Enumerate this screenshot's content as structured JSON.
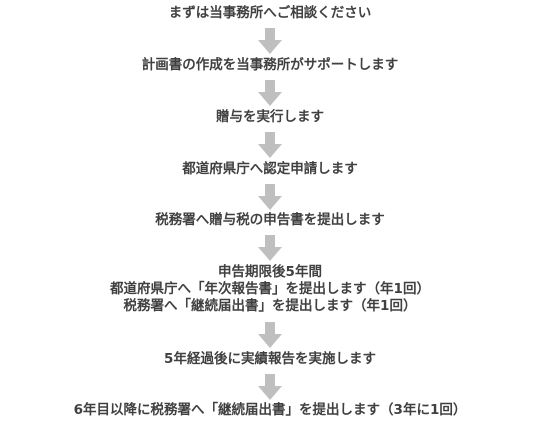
{
  "steps": [
    {
      "lines": [
        "まずは当事務所へご相談ください"
      ]
    },
    {
      "lines": [
        "計画書の作成を当事務所がサポートします"
      ]
    },
    {
      "lines": [
        "贈与を実行します"
      ]
    },
    {
      "lines": [
        "都道府県庁へ認定申請します"
      ]
    },
    {
      "lines": [
        "税務署へ贈与税の申告書を提出します"
      ]
    },
    {
      "lines": [
        "申告期限後5年間",
        "都道府県庁へ「年次報告書」を提出します（年1回）",
        "税務署へ「継続届出書」を提出します（年1回）"
      ]
    },
    {
      "lines": [
        "5年経過後に実績報告を実施します"
      ]
    },
    {
      "lines": [
        "6年目以降に税務署へ「継続届出書」を提出します（3年に1回）"
      ]
    }
  ],
  "colors": {
    "text": "#404040",
    "arrow": "#bfbfbf"
  },
  "arrow_icon": "down-arrow-icon"
}
